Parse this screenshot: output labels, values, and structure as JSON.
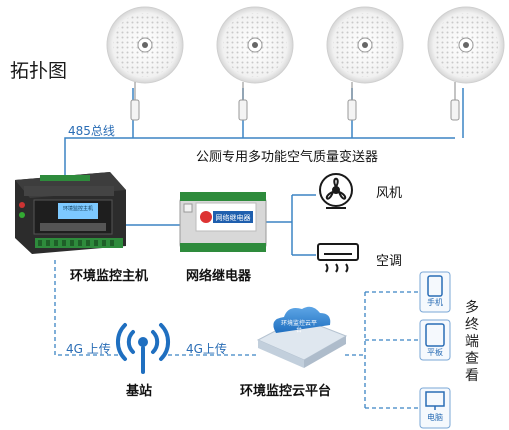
{
  "diagram": {
    "title": "拓扑图",
    "bus_label": "485总线",
    "sensor_label": "公厕专用多功能空气质量变送器",
    "host_label": "环境监控主机",
    "host_screen_text": "环境监控主机",
    "relay_label": "网络继电器",
    "relay_screen_text": "网络继电器",
    "fan_label": "风机",
    "ac_label": "空调",
    "station_label": "基站",
    "link1_label": "4G 上传",
    "link2_label": "4G上传",
    "cloud_label": "环境监控云平台",
    "cloud_icon_text": "环境监控云平台",
    "terminals_label": "多终端查看",
    "devices": [
      "手机",
      "平板",
      "电脑"
    ]
  }
}
